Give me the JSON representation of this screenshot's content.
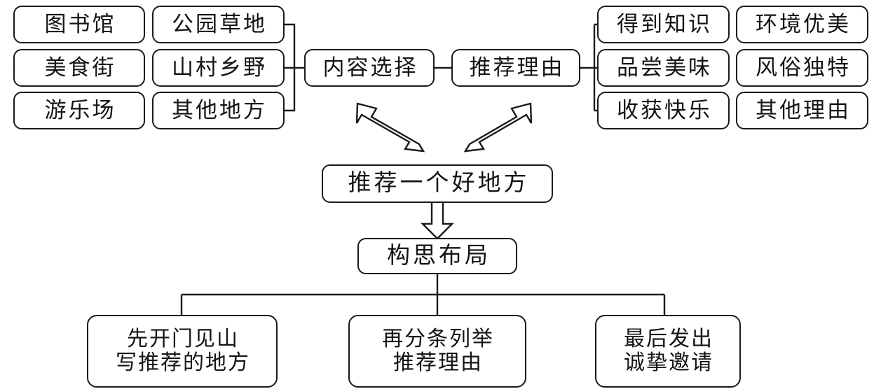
{
  "diagram": {
    "title": "推荐一个好地方",
    "type": "mind-map",
    "stroke_color": "#1a1a1a",
    "background_color": "#ffffff",
    "root": {
      "label": "推荐一个好地方"
    },
    "branches": [
      {
        "hub": "内容选择",
        "groups": [
          {
            "items": [
              "图书馆",
              "美食街",
              "游乐场"
            ]
          },
          {
            "items": [
              "公园草地",
              "山村乡野",
              "其他地方"
            ]
          }
        ]
      },
      {
        "hub": "推荐理由",
        "groups": [
          {
            "items": [
              "得到知识",
              "品尝美味",
              "收获快乐"
            ]
          },
          {
            "items": [
              "环境优美",
              "风俗独特",
              "其他理由"
            ]
          }
        ]
      }
    ],
    "plan": {
      "label": "构思布局",
      "steps": [
        {
          "line1": "先开门见山",
          "line2": "写推荐的地方"
        },
        {
          "line1": "再分条列举",
          "line2": "推荐理由"
        },
        {
          "line1": "最后发出",
          "line2": "诚挚邀请"
        }
      ]
    }
  }
}
